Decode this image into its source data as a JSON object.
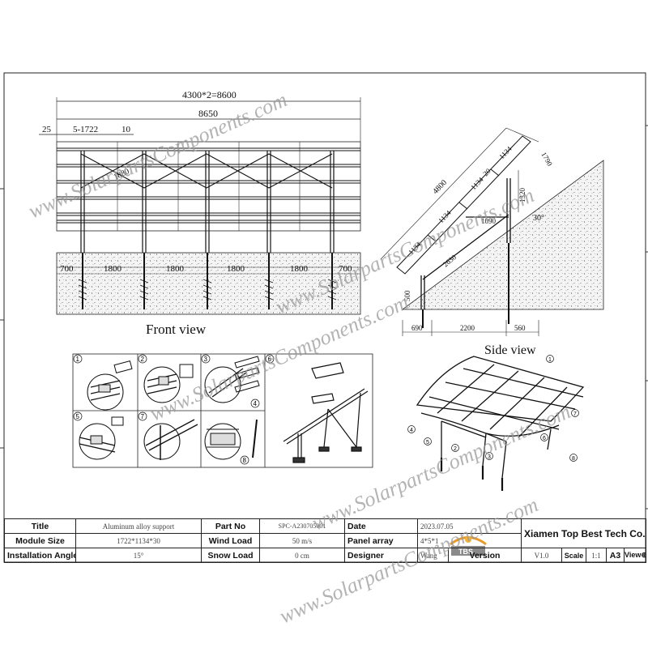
{
  "front_view": {
    "title": "Front view",
    "dim_total_pair": "4300*2=8600",
    "dim_total": "8650",
    "dim_edge": "25",
    "dim_panels": "5-1722",
    "dim_gap": "10",
    "dim_diag": "1880",
    "spacings": [
      "700",
      "1800",
      "1800",
      "1800",
      "1800",
      "700"
    ]
  },
  "side_profile": {
    "dim_rail_total": "4800",
    "dim_panel_a": "1134",
    "dim_panel_b": "1134",
    "dim_panel_c": "1134",
    "dim_panel_d": "1134",
    "dim_gap": "20",
    "dim_top": "1790",
    "dim_post": "1320",
    "dim_brace": "1090",
    "angle": "30°",
    "dim_front": "690",
    "dim_span": "2200",
    "dim_rear": "560",
    "dim_height": "500",
    "dim_left": "2630"
  },
  "side_view": {
    "title": "Side view",
    "callouts": [
      "1",
      "2",
      "3",
      "4",
      "5",
      "6",
      "7",
      "8"
    ]
  },
  "steps": [
    "1",
    "2",
    "3",
    "4",
    "5",
    "6",
    "7",
    "8"
  ],
  "title_block": {
    "title_label": "Title",
    "title_value": "Aluminum alloy support",
    "part_no_label": "Part No",
    "part_no_value": "SPC-A230705001",
    "date_label": "Date",
    "date_value": "2023.07.05",
    "company": "Xiamen Top Best Tech Co.,Ltd.",
    "module_size_label": "Module Size",
    "module_size_value": "1722*1134*30",
    "wind_load_label": "Wind Load",
    "wind_load_value": "50 m/s",
    "panel_array_label": "Panel array",
    "panel_array_value": "4*5*1",
    "install_angle_label": "Installation Angle",
    "install_angle_value": "15°",
    "snow_load_label": "Snow Load",
    "snow_load_value": "0 cm",
    "designer_label": "Designer",
    "designer_value": "Wang",
    "version_label": "Version",
    "version_value": "V1.0",
    "scale_label": "Scale",
    "scale_value": "1:1",
    "paper": "A3",
    "view_label": "View"
  },
  "logo_text": "TBS",
  "watermark": "www.SolarpartsComponents.com"
}
